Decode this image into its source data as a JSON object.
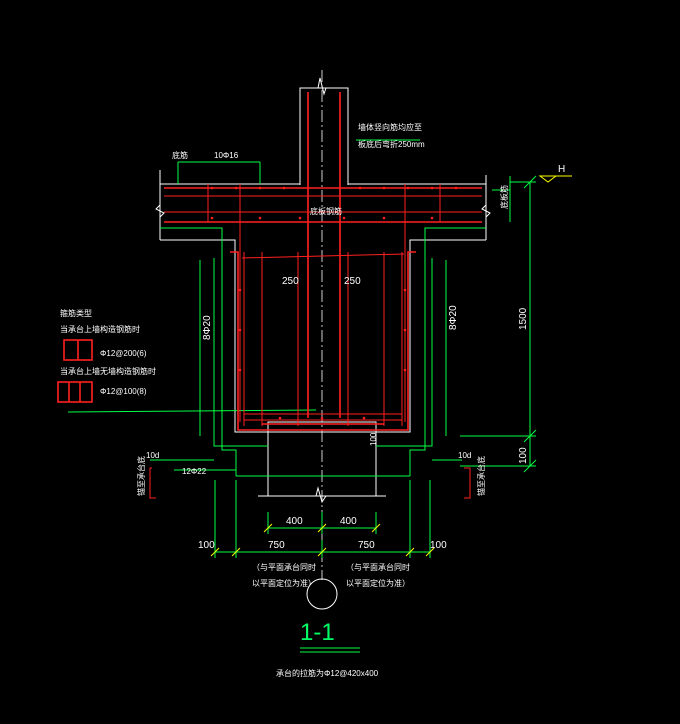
{
  "labels": {
    "note_top_1": "墙体竖向筋均应至",
    "note_top_2": "板底后弯折250mm",
    "slab_bar_top": "底筋",
    "rebar_10": "10Φ16",
    "slab_center": "底板钢筋",
    "slab_right": "底板筋",
    "elev_mark": "H",
    "dim_250_left": "250",
    "dim_250_right": "250",
    "dim_1500": "1500",
    "dim_100_right": "100",
    "side_bar_left": "8Φ20",
    "side_bar_right": "8Φ20",
    "legend_title": "箍筋类型",
    "legend_1": "当承台上墙构造钢筋时",
    "legend_1_spec": "Φ12@200(6)",
    "legend_2": "当承台上墙无墙构造钢筋时",
    "legend_2_spec": "Φ12@100(8)",
    "dim_10d_left": "10d",
    "dim_10d_right": "10d",
    "bar_12": "12Φ22",
    "dim_100_center": "100",
    "side_note_left": "锚至承台底",
    "side_note_right": "锚至承台底",
    "dim_400_left": "400",
    "dim_400_right": "400",
    "dim_100_left_bottom": "100",
    "dim_750_left": "750",
    "dim_750_right": "750",
    "dim_100_right_bottom": "100",
    "note_bottom_l1": "（与平面承台同时",
    "note_bottom_l2": "以平面定位为准）",
    "note_bottom_r1": "（与平面承台同时",
    "note_bottom_r2": "以平面定位为准）",
    "section_title": "1-1",
    "bottom_note": "承台的拉筋为Φ12@420x400"
  },
  "colors": {
    "background": "#000000",
    "line_white": "#ffffff",
    "line_green": "#00ff44",
    "line_red": "#ff2020",
    "line_yellow": "#ffff00"
  }
}
